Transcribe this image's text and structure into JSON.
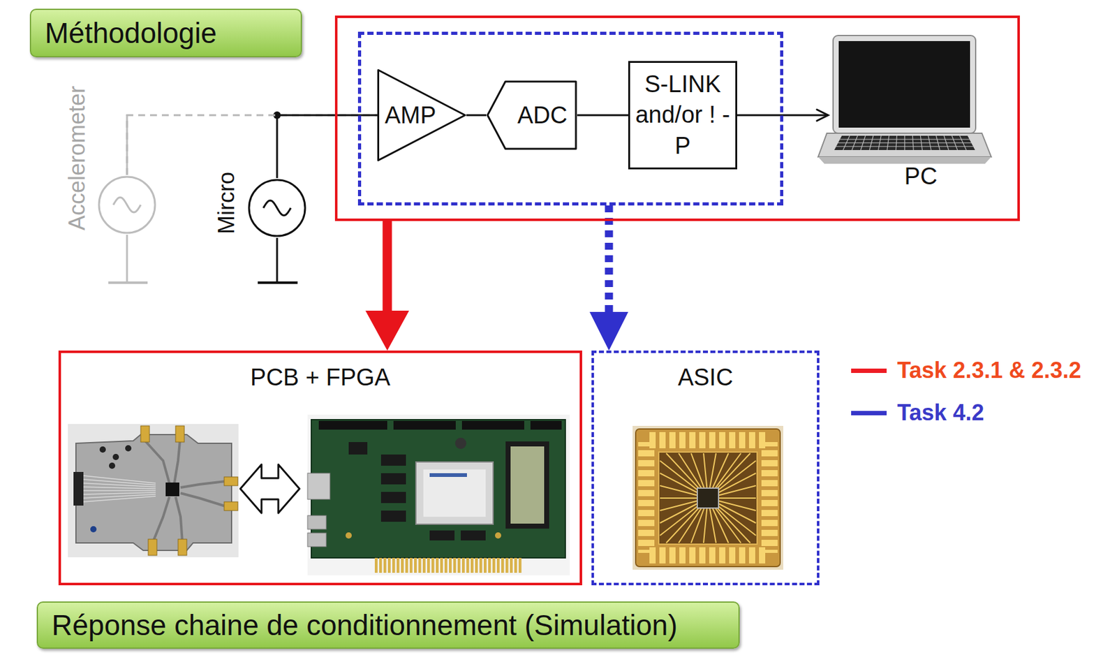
{
  "diagram": {
    "nodes": [
      {
        "text": [
          "Méthodologie"
        ]
      },
      {
        "text": [
          "Accelerometer"
        ]
      },
      {
        "text": [
          "Mircro"
        ]
      },
      {
        "text": []
      },
      {
        "text": [],
        "in": 3
      },
      {
        "text": [
          "AMP"
        ],
        "in": 4
      },
      {
        "text": [
          "ADC"
        ],
        "in": 4
      },
      {
        "text": [
          "S-LINK and/or ! -P"
        ],
        "in": 4
      },
      {
        "text": [
          "PC"
        ],
        "in": 3
      },
      {
        "text": [
          "PCB + FPGA"
        ]
      },
      {
        "text": [
          "ASIC"
        ]
      },
      {
        "text": [
          "Réponse chaine de conditionnement (Simulation)"
        ]
      }
    ],
    "edges": [
      {
        "from": 1,
        "to": 5,
        "arrow": "none"
      },
      {
        "from": 2,
        "to": 5,
        "arrow": "none"
      },
      {
        "from": 5,
        "to": 6,
        "arrow": "none"
      },
      {
        "from": 6,
        "to": 7,
        "arrow": "none"
      },
      {
        "from": 7,
        "to": 8,
        "arrow": "to"
      },
      {
        "from": 3,
        "to": 9,
        "arrow": "to"
      },
      {
        "from": 4,
        "to": 10,
        "arrow": "to"
      }
    ],
    "legend": [
      {
        "text": "Task 2.3.1 & 2.3.2",
        "color": "#ee1c24"
      },
      {
        "text": "Task 4.2",
        "color": "#3636c9"
      }
    ]
  }
}
